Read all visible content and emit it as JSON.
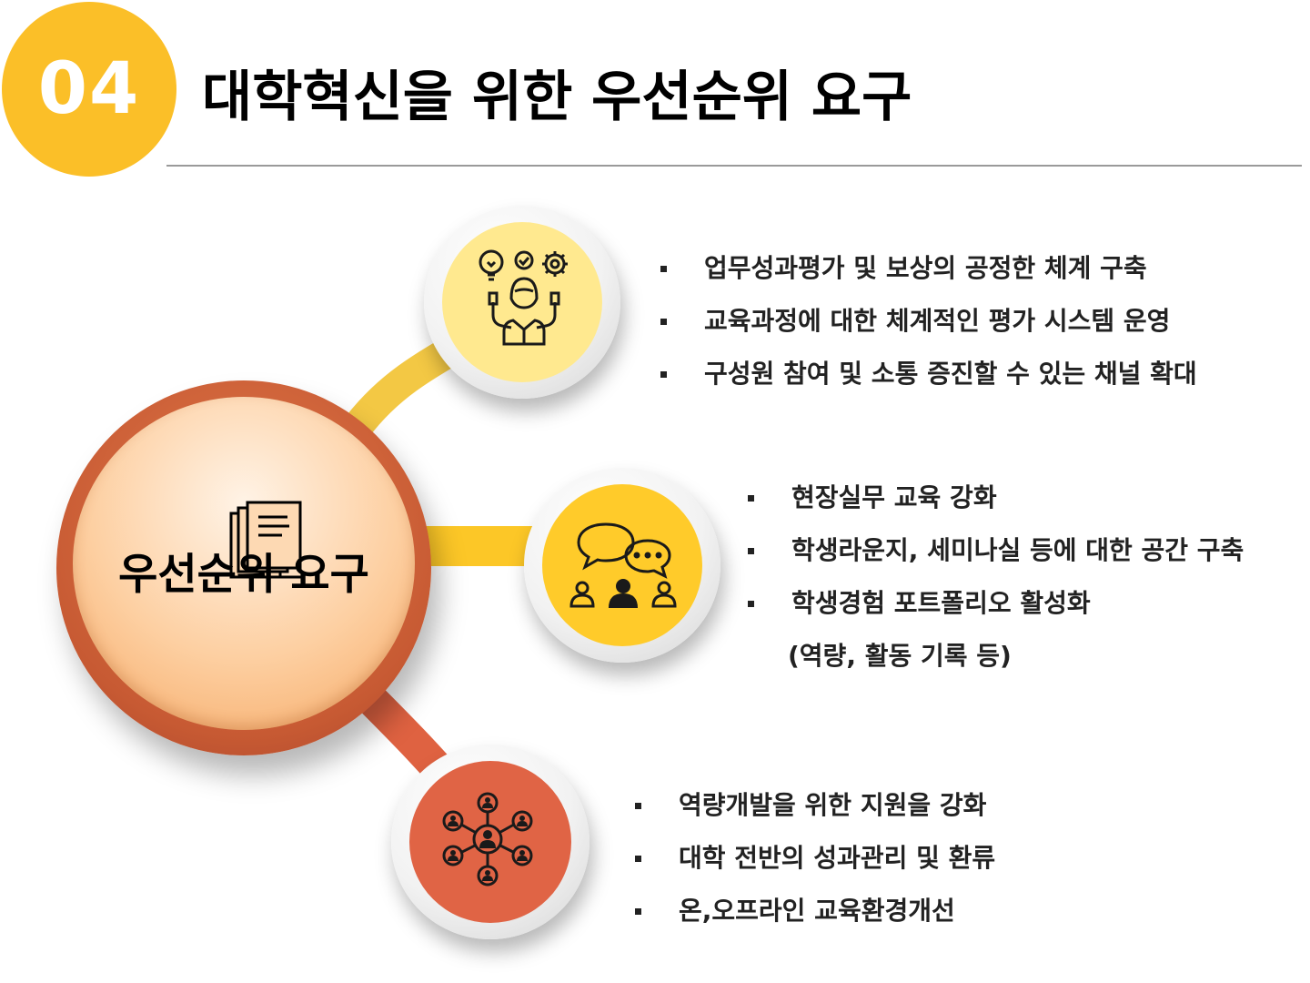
{
  "header": {
    "badge": "04",
    "title": "대학혁신을 위한 우선순위 요구"
  },
  "center": {
    "label": "우선순위 요구",
    "icon": "document-stack-icon"
  },
  "colors": {
    "badge": "#FBBF28",
    "node1": "#FFE98F",
    "node2": "#FFCB2A",
    "node3": "#E06445",
    "center_ring": "#C75A33",
    "center_fill": "#FDCFA1"
  },
  "nodes": [
    {
      "icon": "person-ideas-icon",
      "items": [
        "업무성과평가 및 보상의 공정한 체계 구축",
        "교육과정에 대한 체계적인 평가 시스템 운영",
        "구성원 참여 및 소통 증진할 수 있는 채널 확대"
      ]
    },
    {
      "icon": "discussion-group-icon",
      "items": [
        "현장실무 교육 강화",
        "학생라운지, 세미나실 등에 대한 공간 구축",
        "학생경험 포트폴리오 활성화"
      ],
      "continuation": "(역량, 활동 기록 등)"
    },
    {
      "icon": "people-network-icon",
      "items": [
        "역량개발을 위한 지원을 강화",
        "대학 전반의 성과관리 및 환류",
        "온,오프라인 교육환경개선"
      ]
    }
  ]
}
